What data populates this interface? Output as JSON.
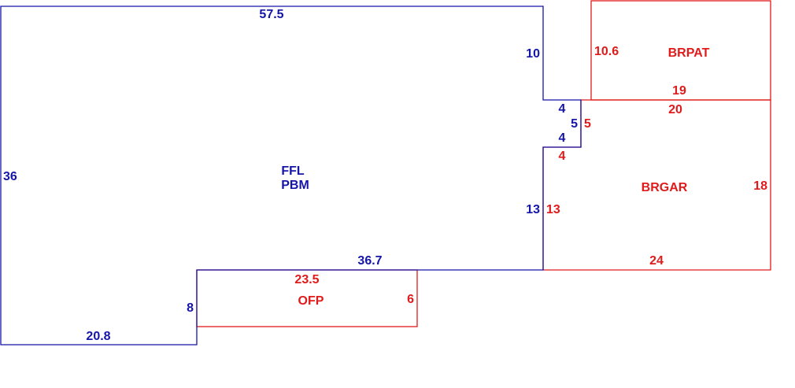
{
  "colors": {
    "main": "#1515a8",
    "addition": "#e01b1b"
  },
  "main_area": {
    "labels": [
      "FFL",
      "PBM"
    ],
    "dims": {
      "top": "57.5",
      "left": "36",
      "right_upper": "10",
      "notch_top": "4",
      "notch_side": "5",
      "notch_bottom": "4",
      "right_lower": "13",
      "bottom_mid": "36.7",
      "step": "8",
      "bottom_left": "20.8"
    }
  },
  "brpat": {
    "label": "BRPAT",
    "dims": {
      "left": "10.6",
      "bottom": "19"
    }
  },
  "brgar": {
    "label": "BRGAR",
    "dims": {
      "top": "20",
      "notch_side": "5",
      "notch_bottom": "4",
      "left": "13",
      "right": "18",
      "bottom": "24"
    }
  },
  "ofp": {
    "label": "OFP",
    "dims": {
      "top": "23.5",
      "right": "6"
    }
  }
}
